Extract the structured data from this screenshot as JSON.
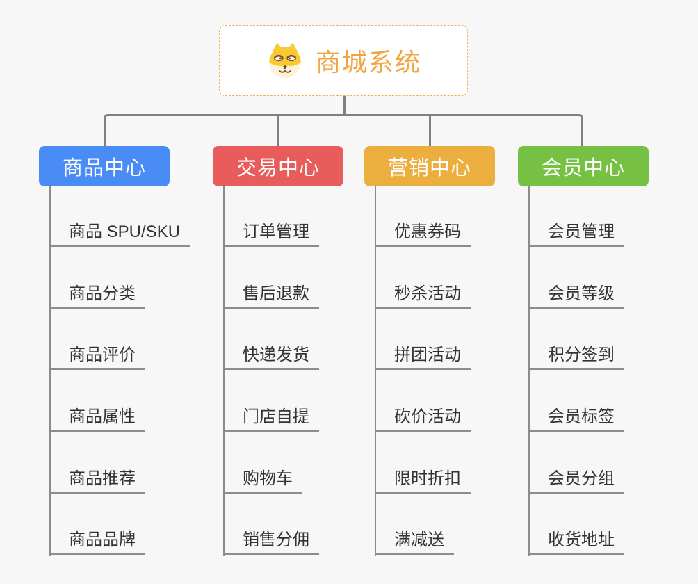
{
  "page": {
    "background": "#F7F7F7"
  },
  "colors": {
    "tree_line": "#808080",
    "sub_line": "#8C8C8C",
    "root_border": "#F0B04E",
    "root_text": "#F2A43F",
    "leaf_text": "#333333"
  },
  "root": {
    "title": "商城系统",
    "icon": "dog-face-icon"
  },
  "branches": [
    {
      "label": "商品中心",
      "color": "#4A8CF5",
      "children": [
        "商品 SPU/SKU",
        "商品分类",
        "商品评价",
        "商品属性",
        "商品推荐",
        "商品品牌"
      ]
    },
    {
      "label": "交易中心",
      "color": "#E85C5C",
      "children": [
        "订单管理",
        "售后退款",
        "快递发货",
        "门店自提",
        "购物车",
        "销售分佣"
      ]
    },
    {
      "label": "营销中心",
      "color": "#EDAE40",
      "children": [
        "优惠券码",
        "秒杀活动",
        "拼团活动",
        "砍价活动",
        "限时折扣",
        "满减送"
      ]
    },
    {
      "label": "会员中心",
      "color": "#76C144",
      "children": [
        "会员管理",
        "会员等级",
        "积分签到",
        "会员标签",
        "会员分组",
        "收货地址"
      ]
    }
  ]
}
